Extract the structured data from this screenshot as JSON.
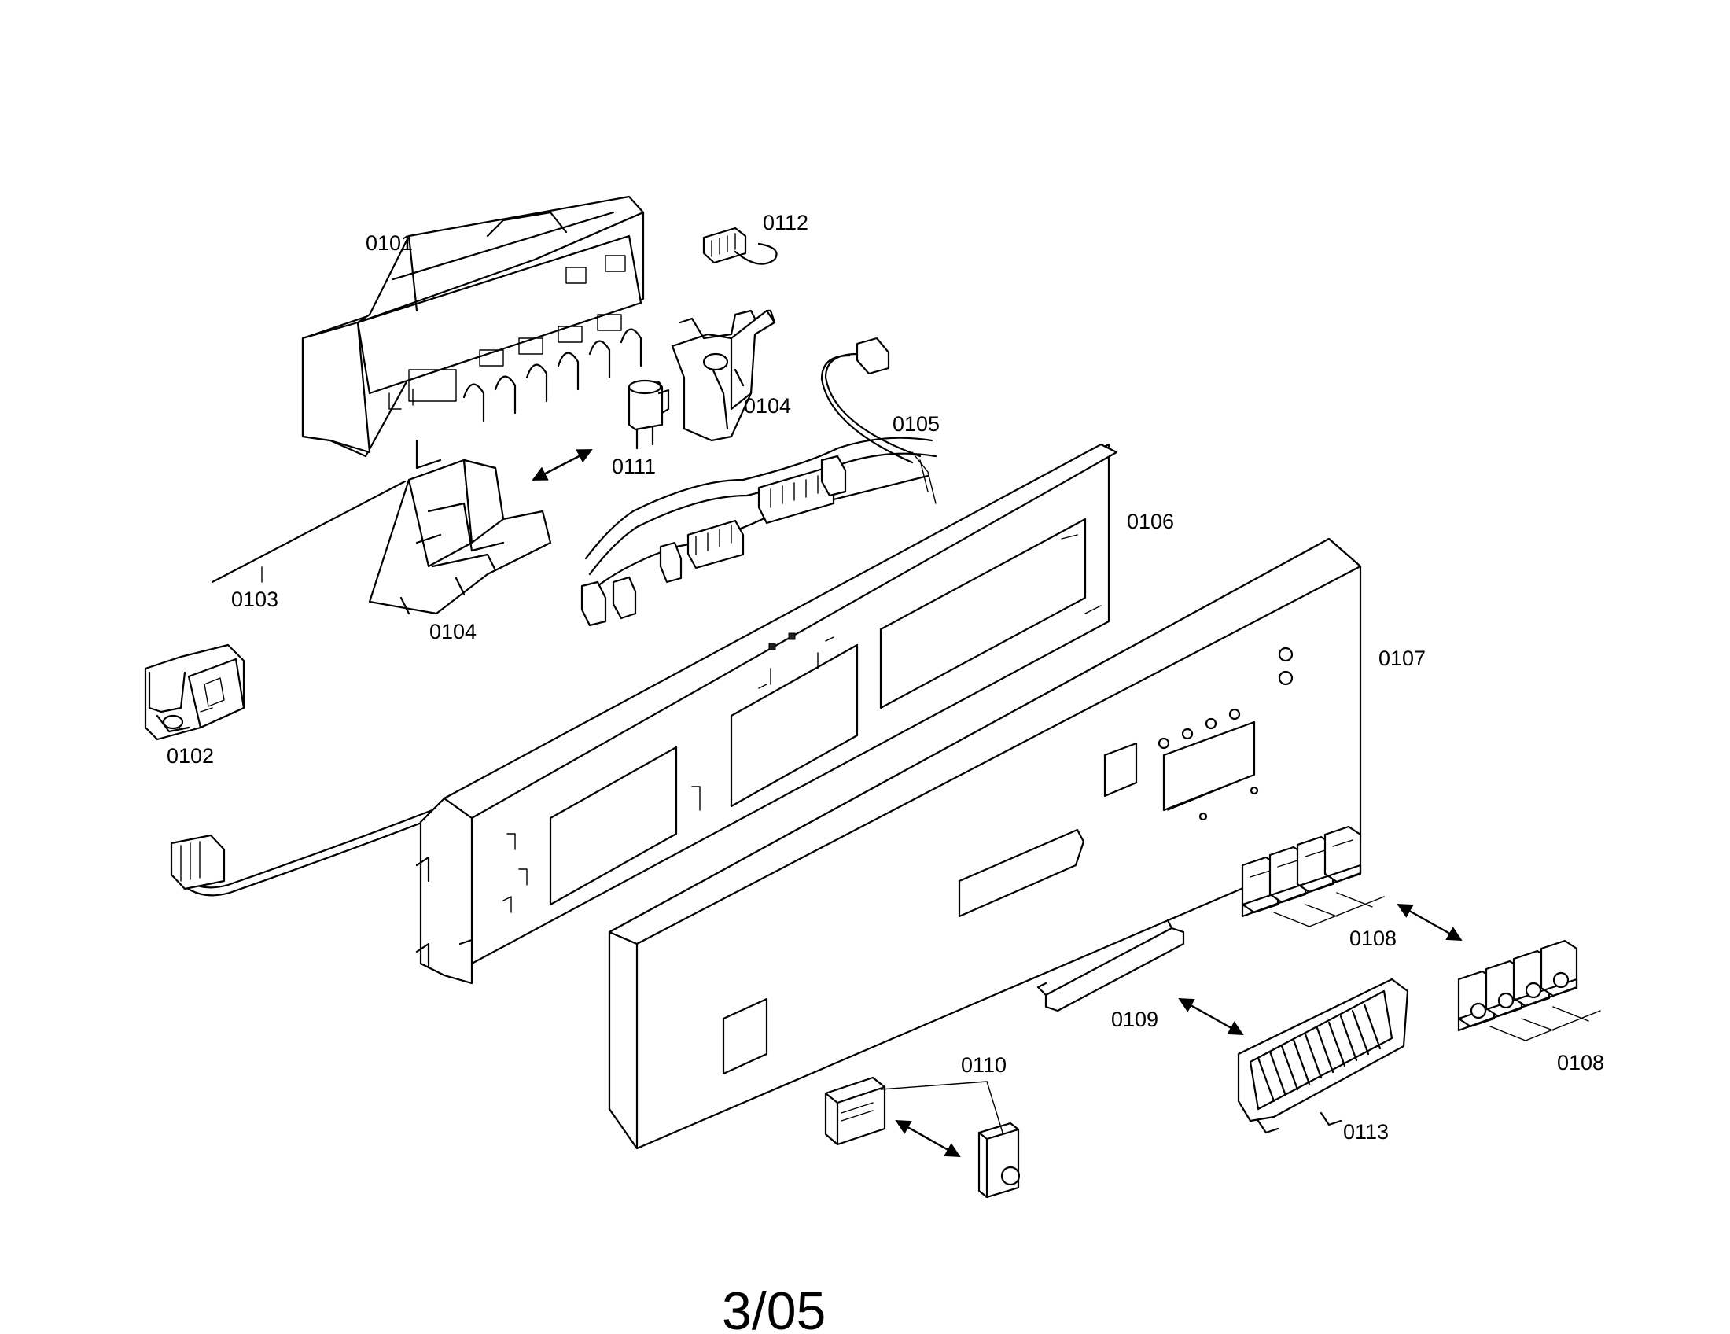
{
  "labels": {
    "p0101": "0101",
    "p0112": "0112",
    "p0104a": "0104",
    "p0105": "0105",
    "p0111": "0111",
    "p0106": "0106",
    "p0103": "0103",
    "p0104b": "0104",
    "p0107": "0107",
    "p0102": "0102",
    "p0108a": "0108",
    "p0108b": "0108",
    "p0109": "0109",
    "p0110": "0110",
    "p0113": "0113"
  },
  "page_number": "3/05"
}
